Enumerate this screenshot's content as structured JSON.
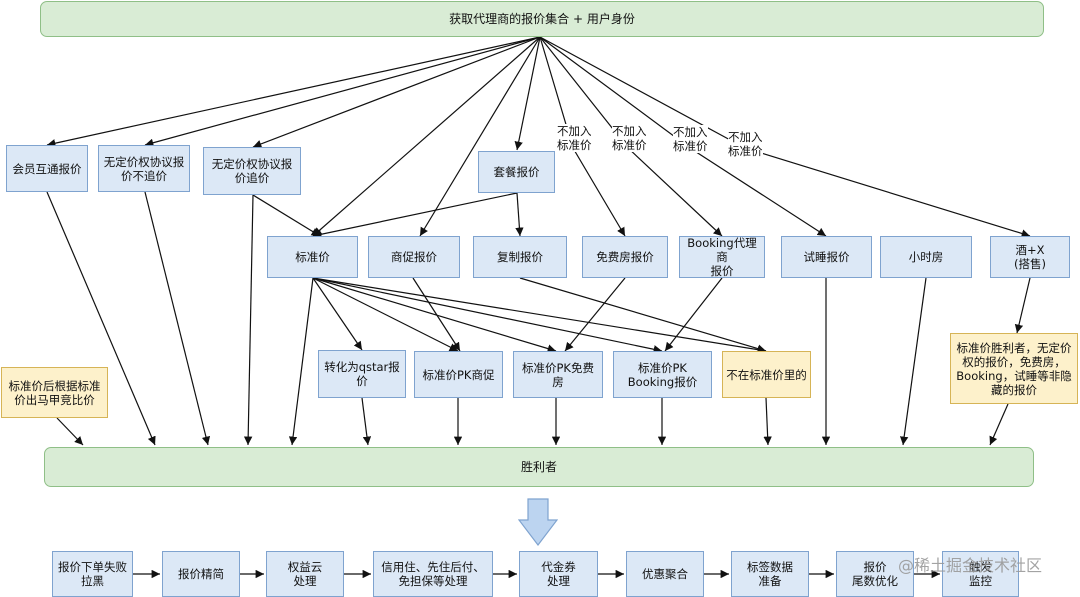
{
  "top": "获取代理商的报价集合 + 用户身份",
  "winner": "胜利者",
  "row1": {
    "member": "会员互通报价",
    "noprice1": "无定价权协议报\n价不追价",
    "noprice2": "无定价权协议报\n价追价",
    "package": "套餐报价"
  },
  "notes": {
    "n1": "不加入\n标准价",
    "n2": "不加入\n标准价",
    "n3": "不加入\n标准价",
    "n4": "不加入\n标准价"
  },
  "row2": {
    "standard": "标准价",
    "promo": "商促报价",
    "copy": "复制报价",
    "free": "免费房报价",
    "booking": "Booking代理商\n报价",
    "trial": "试睡报价",
    "hourly": "小时房",
    "hotelx": "酒+X\n(搭售)"
  },
  "row3": {
    "qstar": "转化为qstar报\n价",
    "pk_promo": "标准价PK商促",
    "pk_free": "标准价PK免费\n房",
    "pk_booking": "标准价PK\nBooking报价",
    "not_in": "不在标准价里的"
  },
  "side": {
    "left_note": "标准价后根据标准\n价出马甲竞比价",
    "right_note": "标准价胜利者，无定价\n权的报价，免费房，\nBooking，试睡等非隐\n藏的报价"
  },
  "pipeline": [
    "报价下单失败\n拉黑",
    "报价精简",
    "权益云\n处理",
    "信用住、先住后付、\n免担保等处理",
    "代金券\n处理",
    "优惠聚合",
    "标签数据\n准备",
    "报价\n尾数优化",
    "触发\n监控"
  ],
  "watermark": "@稀土掘金技术社区",
  "colors": {
    "blue_box": "#dce8f6",
    "yellow_box": "#fdf1cb",
    "green_box": "#d9ecd5",
    "down_arrow": "#bcd4f0"
  }
}
